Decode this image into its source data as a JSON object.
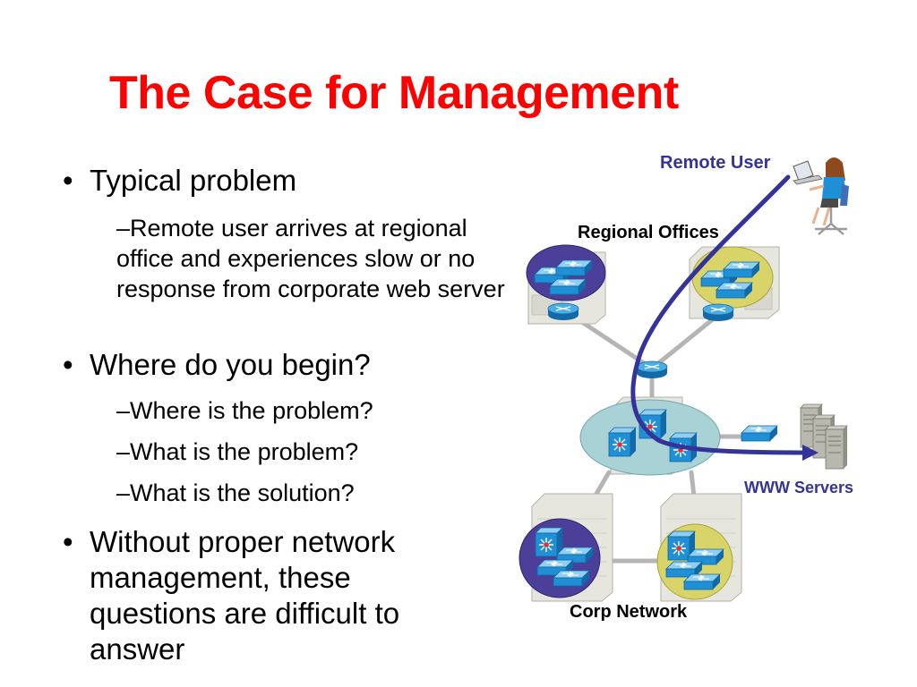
{
  "slide": {
    "title": "The Case for Management",
    "bullets": [
      {
        "marker": "•",
        "text": "Typical problem",
        "subs": [
          "–Remote user arrives at regional office and experiences slow or no response from corporate web server"
        ]
      },
      {
        "marker": "•",
        "text": "Where do you begin?",
        "subs": [
          "–Where is the problem?",
          "–What is the problem?",
          "–What is the solution?"
        ]
      },
      {
        "marker": "•",
        "text": "Without proper network management, these questions are difficult to answer",
        "subs": []
      }
    ]
  },
  "diagram": {
    "labels": {
      "remote_user": "Remote User",
      "regional_offices": "Regional Offices",
      "www_servers": "WWW Servers",
      "corp_network": "Corp Network"
    },
    "icons": [
      "remote-user-icon",
      "laptop-icon",
      "router-icon",
      "switch-icon",
      "multilayer-switch-icon",
      "server-icon",
      "building-icon",
      "network-cloud-icon"
    ],
    "colors": {
      "title": "#ff0000",
      "path_line": "#333399",
      "label_blue": "#333399",
      "cloud_purple": "#4b3f9a",
      "cloud_olive": "#d8d46a",
      "cloud_teal": "#a9d2d6",
      "device_blue": "#1f8fd6",
      "link_gray": "#b5b5b5"
    }
  }
}
